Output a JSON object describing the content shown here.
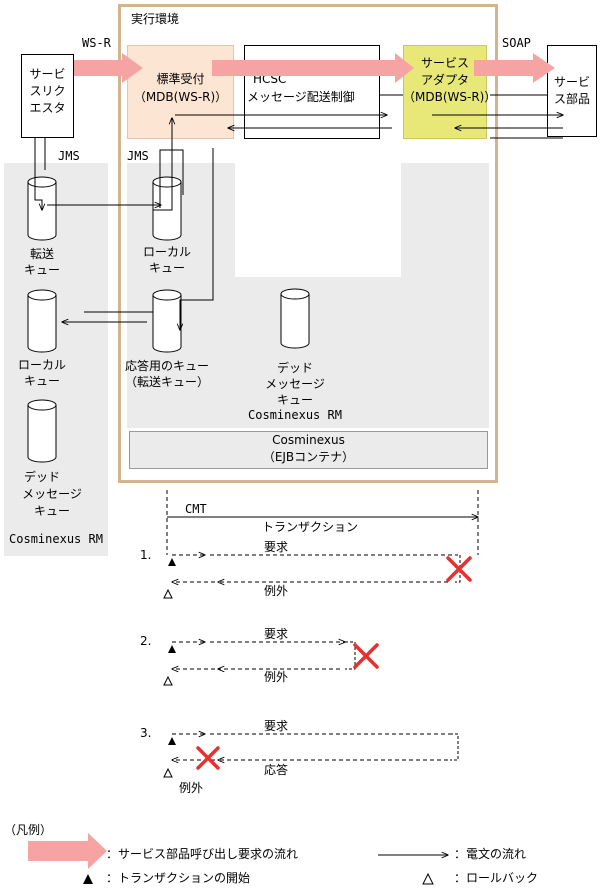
{
  "env": {
    "title": "実行環境"
  },
  "labels": {
    "ws_r": "WS-R",
    "soap": "SOAP",
    "jms_left": "JMS",
    "jms_mid": "JMS",
    "cmt": "CMT",
    "transaction": "トランザクション"
  },
  "boxes": {
    "requester": [
      "サービ",
      "スリク",
      "エスタ"
    ],
    "standard_reception": [
      "標準受付",
      "（MDB(WS-R)）"
    ],
    "hcsc": [
      "HCSC",
      "メッセージ配送制御"
    ],
    "service_adapter": [
      "サービス",
      "アダプタ",
      "（MDB(WS-R)）"
    ],
    "service_component": [
      "サービ",
      "ス部品"
    ],
    "cosminexus": [
      "Cosminexus",
      "（EJBコンテナ）"
    ]
  },
  "queues": {
    "transfer_queue": [
      "転送",
      "キュー"
    ],
    "local_queue_mid": [
      "ローカル",
      "キュー"
    ],
    "local_queue_left": [
      "ローカル",
      "キュー"
    ],
    "response_queue": [
      "応答用のキュー",
      "（転送キュー）"
    ],
    "dead_queue_mid": [
      "デッド",
      "メッセージ",
      "キュー"
    ],
    "dead_queue_left": [
      "デッド",
      "メッセージ",
      "キュー"
    ],
    "rm_mid": "Cosminexus RM",
    "rm_left": "Cosminexus RM"
  },
  "cases": [
    {
      "num": "1.",
      "request": "要求",
      "exception": "例外"
    },
    {
      "num": "2.",
      "request": "要求",
      "exception": "例外"
    },
    {
      "num": "3.",
      "request": "要求",
      "response": "応答",
      "exception": "例外"
    }
  ],
  "legend": {
    "title": "（凡例）",
    "call_flow": "：サービス部品呼び出し要求の流れ",
    "message_flow": "：電文の流れ",
    "tx_start": "：トランザクションの開始",
    "rollback": "：ロールバック",
    "filled_triangle": "▲",
    "open_triangle": "△"
  },
  "colors": {
    "pink_arrow": "#f5a3a3",
    "env_border": "#d4b48c",
    "reception_fill": "#fde5d3",
    "adapter_fill": "#e8e878",
    "gray_area": "#ebebeb",
    "cross": "#e8312f"
  }
}
